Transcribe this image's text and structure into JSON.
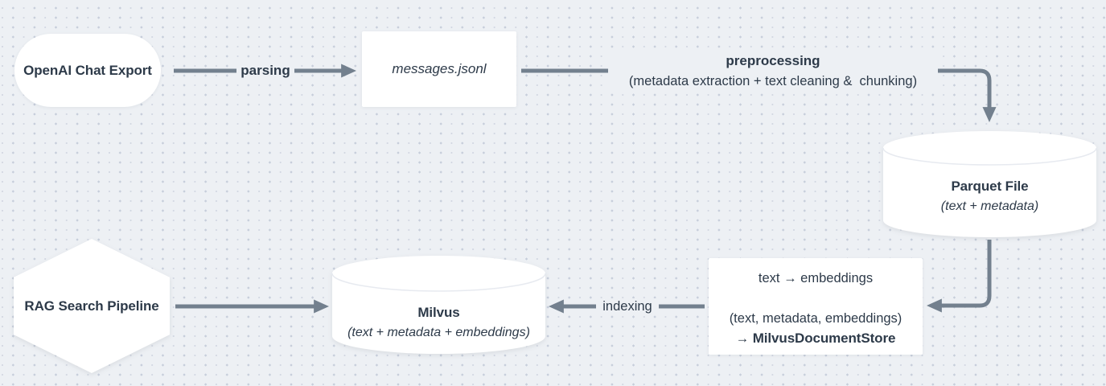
{
  "diagram": {
    "description": "Data ingestion and RAG search pipeline diagram",
    "colors": {
      "background": "#edf0f4",
      "dot_grid": "#c7cedb",
      "shape_fill": "#ffffff",
      "text": "#2d3a49",
      "arrow": "#73808e",
      "cylinder_rim": "#e7eaf0"
    },
    "nodes": {
      "openai_export": {
        "shape": "pill",
        "label": "OpenAI Chat Export"
      },
      "messages_file": {
        "shape": "rectangle",
        "label": "messages.jsonl"
      },
      "parquet": {
        "shape": "cylinder",
        "title": "Parquet File",
        "subtitle": "(text + metadata)"
      },
      "embed_step": {
        "shape": "rectangle",
        "line1": "text → embeddings",
        "line2": "(text, metadata, embeddings)",
        "line3_prefix": "→ ",
        "line3_bold": "MilvusDocumentStore"
      },
      "milvus": {
        "shape": "cylinder",
        "title": "Milvus",
        "subtitle": "(text + metadata + embeddings)"
      },
      "rag_pipeline": {
        "shape": "hexagon",
        "label": "RAG Search Pipeline"
      }
    },
    "edges": {
      "parsing": {
        "from": "openai_export",
        "to": "messages_file",
        "label": "parsing"
      },
      "preprocessing": {
        "from": "messages_file",
        "to": "parquet",
        "label": "preprocessing",
        "sublabel": "(metadata extraction + text cleaning &  chunking)"
      },
      "parquet_to_embed": {
        "from": "parquet",
        "to": "embed_step",
        "label": ""
      },
      "indexing": {
        "from": "embed_step",
        "to": "milvus",
        "label": "indexing"
      },
      "rag_to_milvus": {
        "from": "rag_pipeline",
        "to": "milvus",
        "label": ""
      }
    }
  }
}
